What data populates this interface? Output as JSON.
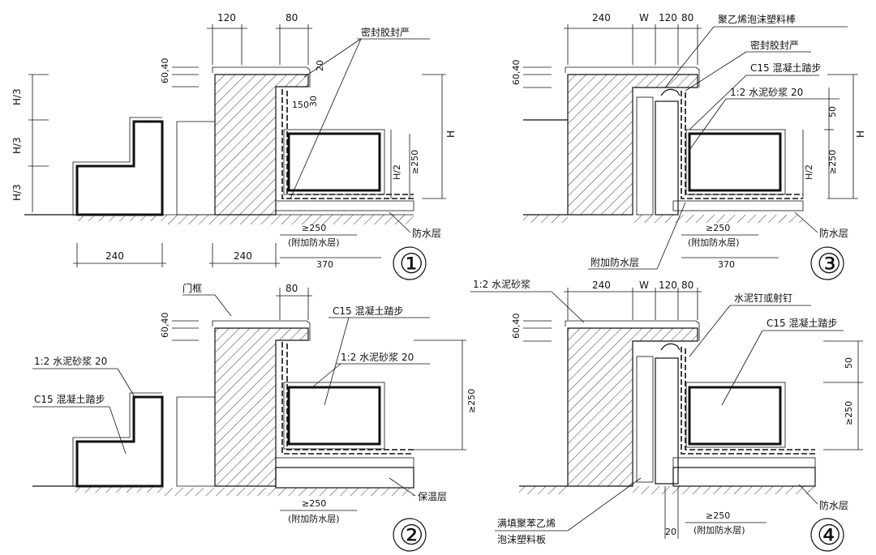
{
  "dims": {
    "d120": "120",
    "d80": "80",
    "d240": "240",
    "d370": "370",
    "d60_40": "60,40",
    "d20": "20",
    "d30": "30",
    "d50": "50",
    "d150": "150",
    "d250": "≥250",
    "dH": "H",
    "dH3": "H/3",
    "dH2": "H/2",
    "dW": "W"
  },
  "labels": {
    "sealant": "密封胶封严",
    "pe_rod": "聚乙烯泡沫塑料棒",
    "c15": "C15 混凝土踏步",
    "mortar20": "1:2 水泥砂浆 20",
    "mortar": "1:2 水泥砂浆",
    "waterproof": "防水层",
    "extra_wp": "附加防水层",
    "extra_wp_paren": "(附加防水层)",
    "door_frame": "门框",
    "insulation": "保温层",
    "nail": "水泥钉或射钉",
    "eps_fill_1": "满填聚苯乙烯",
    "eps_fill_2": "泡沫塑料板"
  },
  "details": [
    "①",
    "②",
    "③",
    "④"
  ],
  "colors": {
    "line": "#111111",
    "bg": "#ffffff"
  }
}
